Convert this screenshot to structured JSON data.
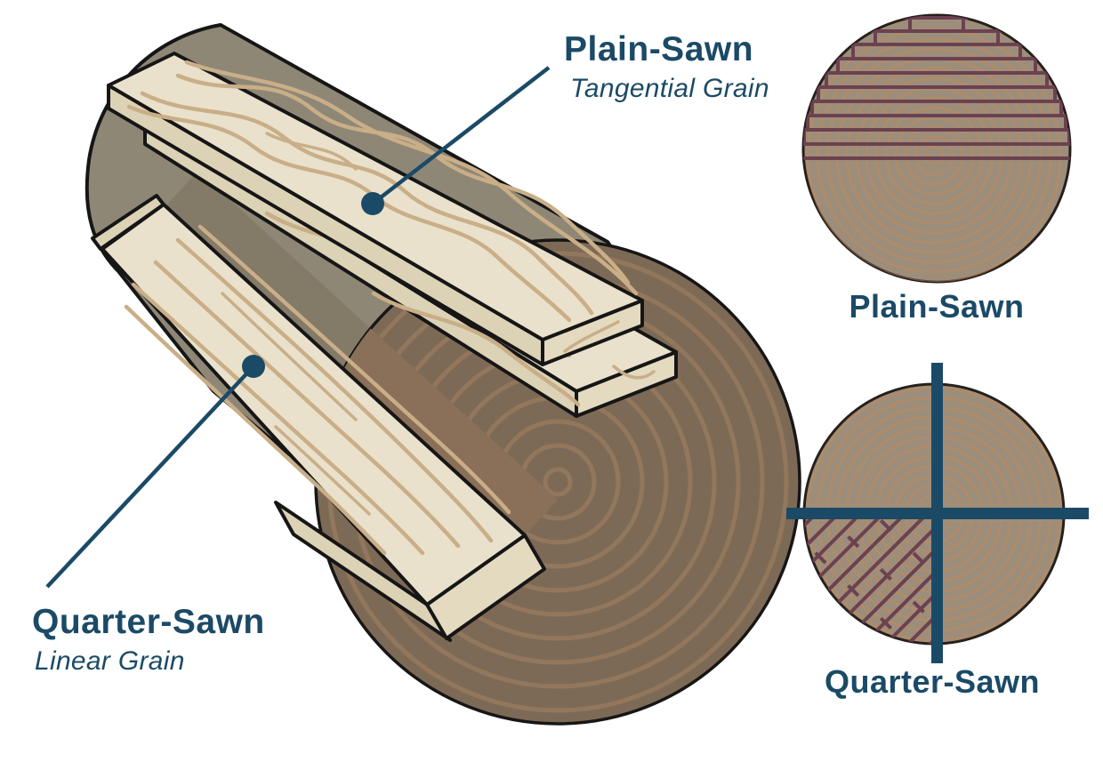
{
  "diagram": {
    "log": {
      "plain_sawn": {
        "title": "Plain-Sawn",
        "subtitle": "Tangential Grain"
      },
      "quarter_sawn": {
        "title": "Quarter-Sawn",
        "subtitle": "Linear Grain"
      }
    },
    "cross_sections": {
      "plain_sawn": {
        "label": "Plain-Sawn"
      },
      "quarter_sawn": {
        "label": "Quarter-Sawn"
      }
    },
    "colors": {
      "label_navy": "#1B4A66",
      "log_body": "#8F8776",
      "log_channel": "#837A68",
      "log_end_face": "#7D6A56",
      "growth_ring": "#9A7B5E",
      "board_face": "#E9E1CB",
      "board_edge": "#DCD2B6",
      "board_grain": "#C9AE88",
      "cut_line_maroon": "#6C4150",
      "cross_section_fill": "#9C8E7B",
      "cross_section_ring": "#C08A5C",
      "outline_black": "#161616"
    }
  }
}
